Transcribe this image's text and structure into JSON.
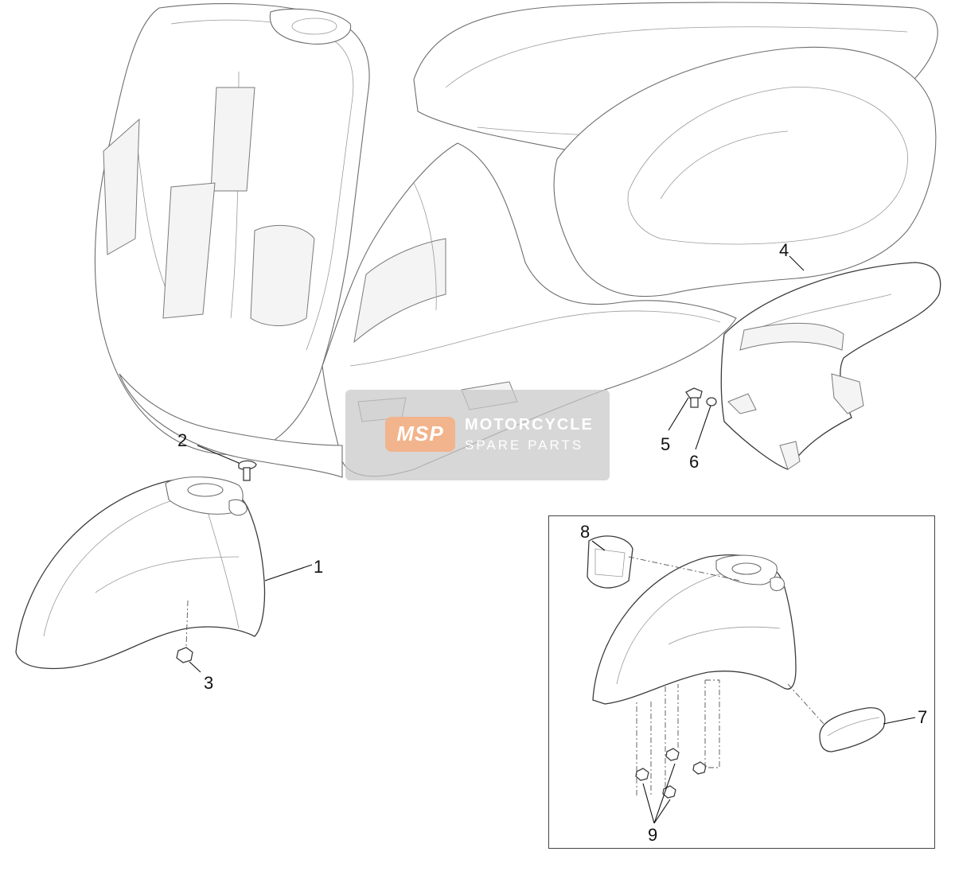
{
  "callouts": [
    {
      "id": "1",
      "label": "1"
    },
    {
      "id": "2",
      "label": "2"
    },
    {
      "id": "3",
      "label": "3"
    },
    {
      "id": "4",
      "label": "4"
    },
    {
      "id": "5",
      "label": "5"
    },
    {
      "id": "6",
      "label": "6"
    },
    {
      "id": "7",
      "label": "7"
    },
    {
      "id": "8",
      "label": "8"
    },
    {
      "id": "9",
      "label": "9"
    }
  ],
  "watermark": {
    "logo": "MSP",
    "title": "MOTORCYCLE",
    "subtitle": "SPARE PARTS",
    "logo_color": "#f2b48c",
    "box_color": "#c8c8c8"
  },
  "colors": {
    "line": "#6e6e6e",
    "background": "#ffffff"
  }
}
